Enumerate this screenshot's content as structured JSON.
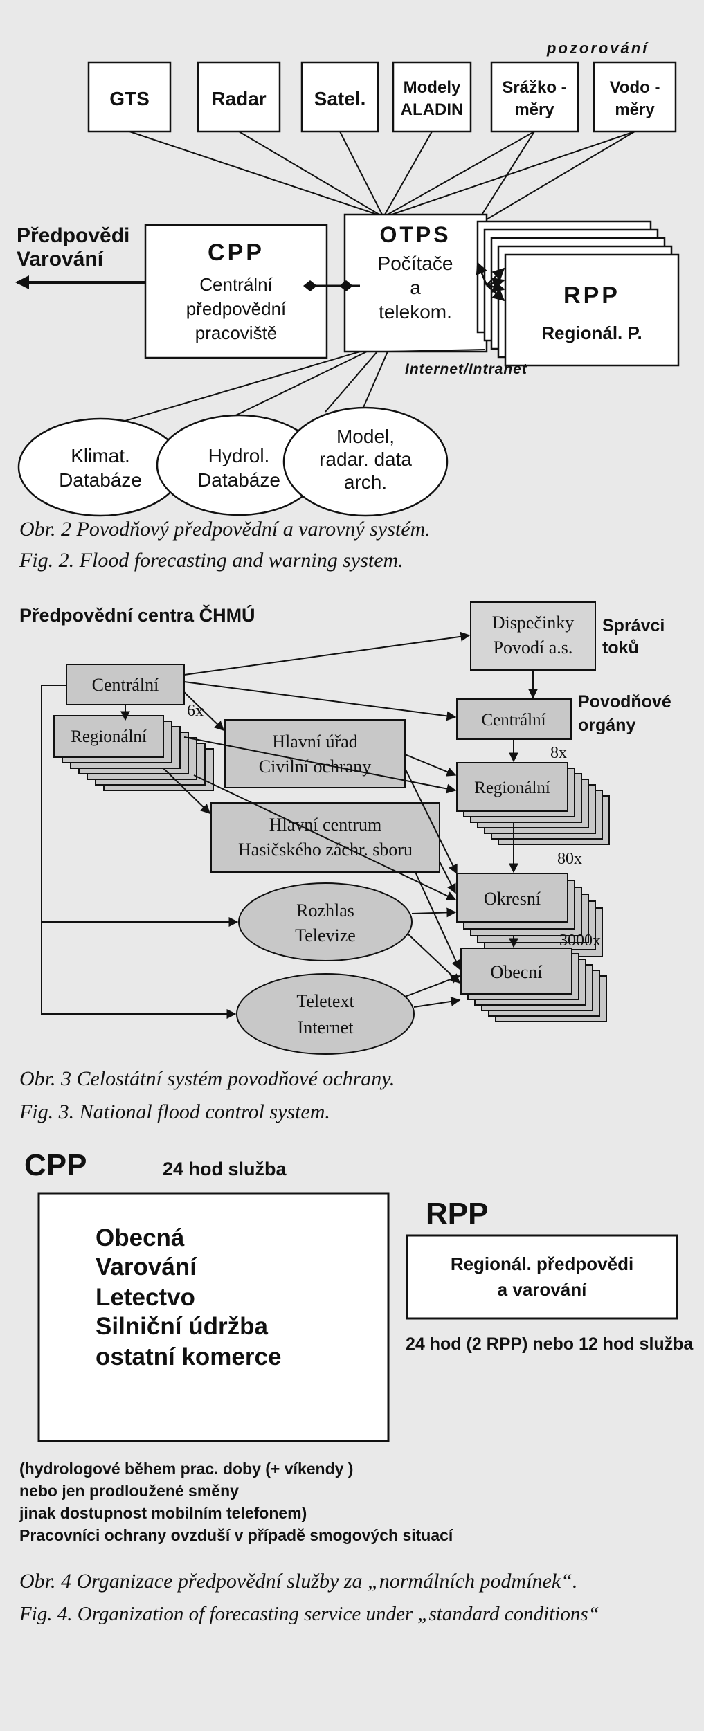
{
  "fig2": {
    "observations_label": "pozorování",
    "sources": [
      "GTS",
      "Radar",
      "Satel.",
      "Modely ALADIN",
      "Srážko- měry",
      "Vodo- měry"
    ],
    "output_label_1": "Předpovědi",
    "output_label_2": "Varování",
    "cpp_title": "CPP",
    "cpp_lines": [
      "Centrální",
      "předpovědní",
      "pracoviště"
    ],
    "otps_title": "OTPS",
    "otps_lines": [
      "Počítače",
      "a",
      "telekom."
    ],
    "rpp_title": "RPP",
    "rpp_sub": "Regionál. P.",
    "network_label": "Internet/Intranet",
    "databases": [
      {
        "line1": "Klimat.",
        "line2": "Databáze",
        "line3": ""
      },
      {
        "line1": "Hydrol.",
        "line2": "Databáze",
        "line3": ""
      },
      {
        "line1": "Model,",
        "line2": "radar. data",
        "line3": "arch."
      }
    ],
    "caption_cz": "Obr. 2  Povodňový předpovědní a varovný systém.",
    "caption_en": "Fig. 2.  Flood forecasting and warning system."
  },
  "fig3": {
    "title": "Předpovědní centra ČHMÚ",
    "centralni": "Centrální",
    "regionalni": "Regionální",
    "regional_count": "6x",
    "civil_1": "Hlavní úřad",
    "civil_2": "Civilní ochrany",
    "fire_1": "Hlavní centrum",
    "fire_2": "Hasičského záchr. sboru",
    "media_1": "Rozhlas",
    "media_2": "Televize",
    "teletext_1": "Teletext",
    "teletext_2": "Internet",
    "dispatch_1": "Dispečinky",
    "dispatch_2": "Povodí a.s.",
    "managers_1": "Správci",
    "managers_2": "toků",
    "flood_1": "Povodňové",
    "flood_2": "orgány",
    "fo_central": "Centrální",
    "fo_regional": "Regionální",
    "fo_regional_count": "8x",
    "okresni": "Okresní",
    "okresni_count": "80x",
    "obecni": "Obecní",
    "obecni_count": "3000x",
    "caption_cz": "Obr. 3  Celostátní systém povodňové ochrany.",
    "caption_en": "Fig. 3.  National flood control system."
  },
  "fig4": {
    "cpp": "CPP",
    "cpp_service": "24 hod služba",
    "cpp_items": [
      "Obecná",
      "Varování",
      "Letectvo",
      "Silniční údržba",
      "ostatní komerce"
    ],
    "rpp": "RPP",
    "rpp_box_1": "Regionál. předpovědi",
    "rpp_box_2": "a varování",
    "rpp_service": "24 hod (2 RPP) nebo 12 hod služba",
    "notes": [
      "(hydrologové během prac. doby (+ víkendy )",
      "nebo jen prodloužené směny",
      "jinak dostupnost mobilním telefonem)",
      "Pracovníci ochrany ovzduší v případě smogových situací"
    ],
    "caption_cz": "Obr. 4  Organizace předpovědní služby za „normálních podmínek“.",
    "caption_en": "Fig. 4.  Organization of forecasting service under „standard conditions“"
  }
}
